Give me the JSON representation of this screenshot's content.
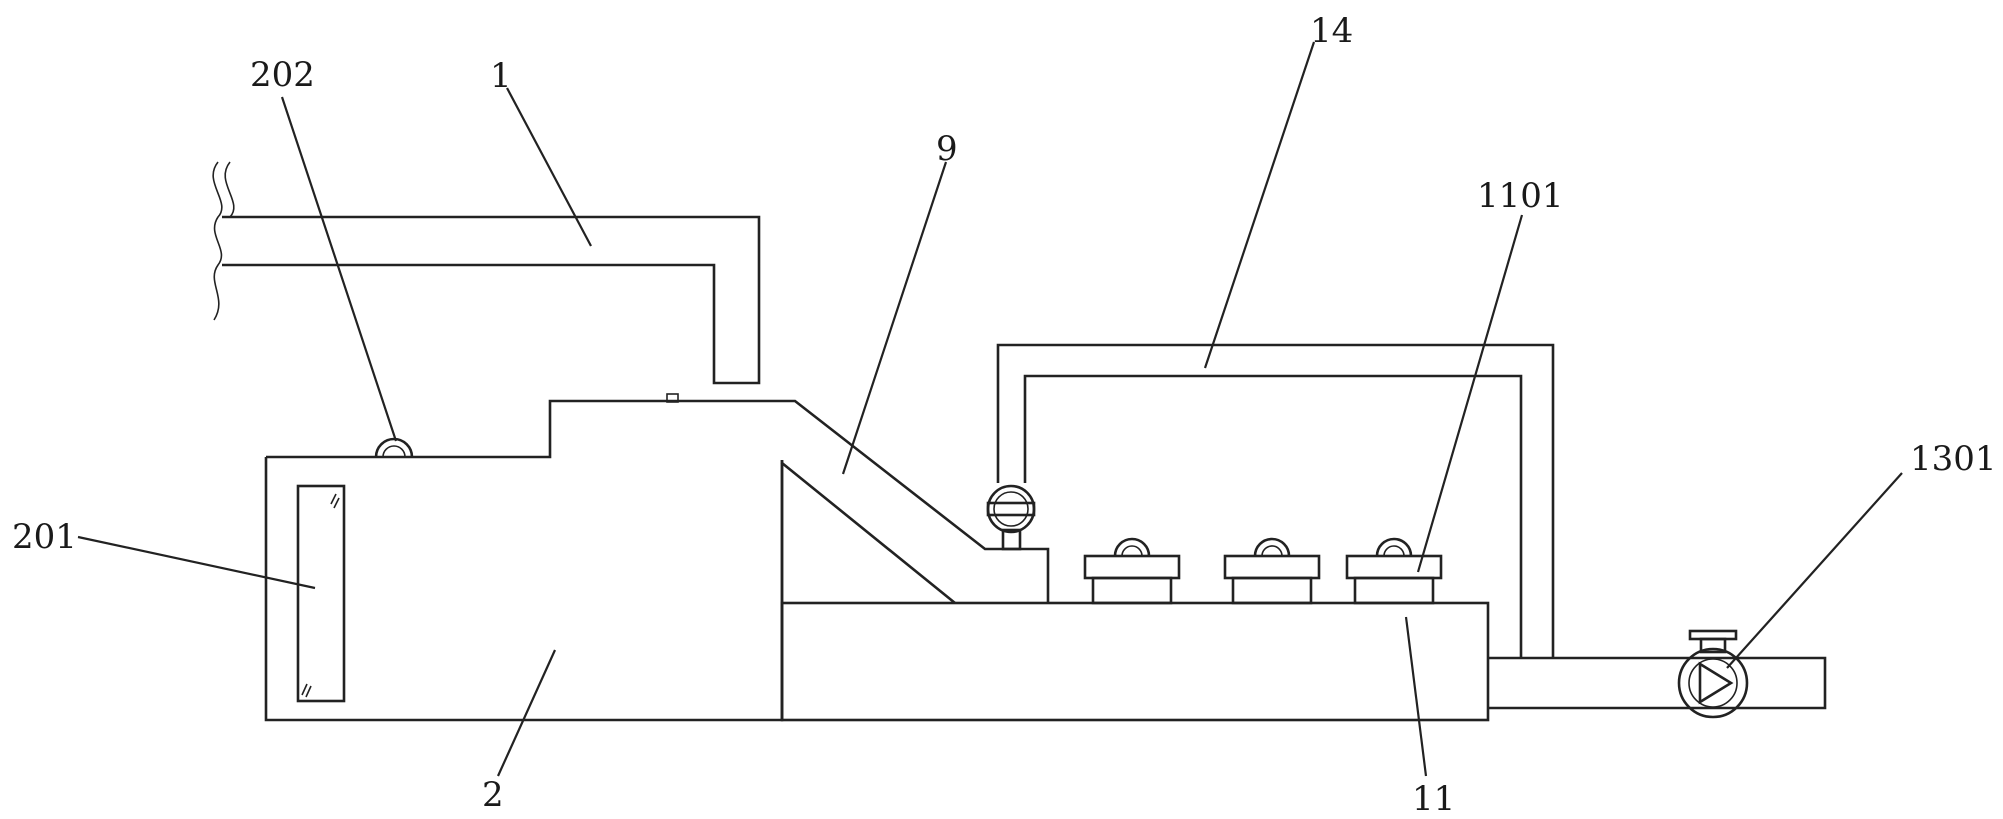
{
  "diagram": {
    "background_color": "#ffffff",
    "line_color": "#222222",
    "labels": {
      "l1": "1",
      "l2": "2",
      "l9": "9",
      "l11": "11",
      "l14": "14",
      "l201": "201",
      "l202": "202",
      "l1101": "1101",
      "l1301": "1301"
    }
  }
}
